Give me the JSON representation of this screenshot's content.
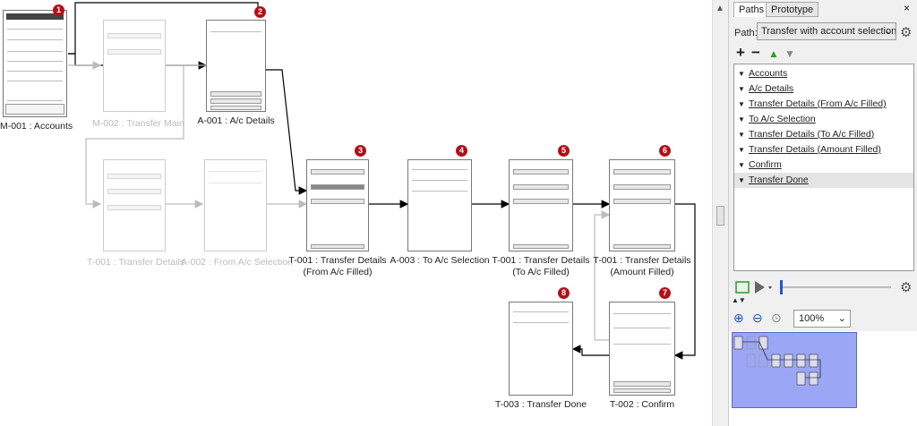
{
  "canvas": {
    "screens": [
      {
        "id": "m001",
        "label": "M-001 : Accounts",
        "badge": "1",
        "dim": false
      },
      {
        "id": "m002",
        "label": "M-002 : Transfer Main",
        "badge": "",
        "dim": true
      },
      {
        "id": "a001",
        "label": "A-001 : A/c Details",
        "badge": "2",
        "dim": false
      },
      {
        "id": "t001a",
        "label": "T-001 : Transfer Details",
        "badge": "",
        "dim": true
      },
      {
        "id": "a002",
        "label": "A-002 : From A/c Selection",
        "badge": "",
        "dim": true
      },
      {
        "id": "t001b",
        "label": "T-001 : Transfer Details\n(From A/c Filled)",
        "badge": "3",
        "dim": false
      },
      {
        "id": "a003",
        "label": "A-003 : To A/c Selection",
        "badge": "4",
        "dim": false
      },
      {
        "id": "t001c",
        "label": "T-001 : Transfer Details\n(To A/c Filled)",
        "badge": "5",
        "dim": false
      },
      {
        "id": "t001d",
        "label": "T-001 : Transfer Details\n(Amount Filled)",
        "badge": "6",
        "dim": false
      },
      {
        "id": "t002",
        "label": "T-002 : Confirm",
        "badge": "7",
        "dim": false
      },
      {
        "id": "t003",
        "label": "T-003 : Transfer Done",
        "badge": "8",
        "dim": false
      }
    ]
  },
  "panel": {
    "tabs": [
      "Paths",
      "Prototype"
    ],
    "active_tab": "Paths",
    "close_glyph": "×",
    "path_label": "Path:",
    "path_value": "Transfer with account selection",
    "toolbar": {
      "add": "+",
      "remove": "−",
      "up": "▲",
      "down": "▼"
    },
    "path_steps": [
      {
        "label": "Accounts",
        "selected": false
      },
      {
        "label": "A/c Details",
        "selected": false
      },
      {
        "label": "Transfer Details (From A/c Filled)",
        "selected": false
      },
      {
        "label": "To A/c Selection",
        "selected": false
      },
      {
        "label": "Transfer Details (To A/c Filled)",
        "selected": false
      },
      {
        "label": "Transfer Details (Amount Filled)",
        "selected": false
      },
      {
        "label": "Confirm",
        "selected": false
      },
      {
        "label": "Transfer Done",
        "selected": true
      }
    ],
    "zoom_value": "100%"
  },
  "colors": {
    "badge": "#b30f17",
    "overview_fill": "#9ba6f5",
    "slider_thumb": "#2255dd",
    "play_green": "#2a9d2a"
  }
}
